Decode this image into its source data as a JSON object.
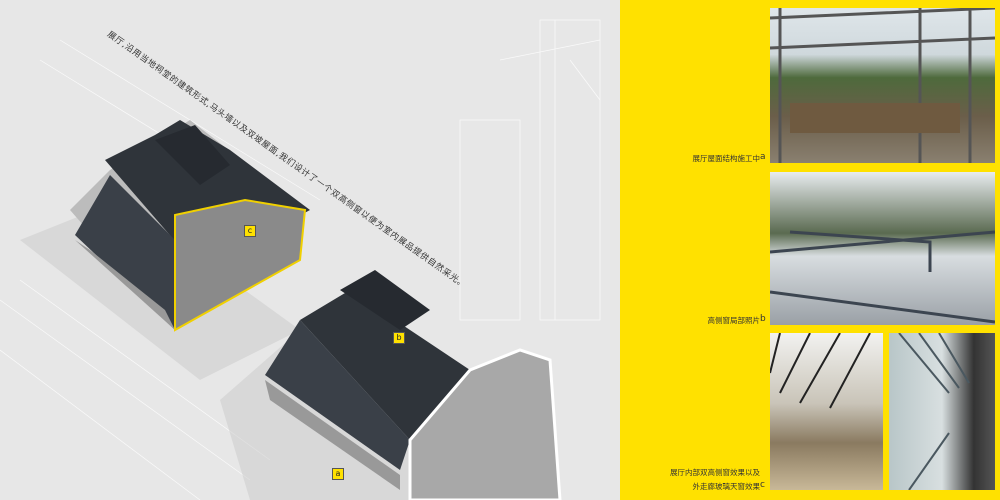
{
  "intro_text": "展厅,沿用当地祠堂的建筑形式,马头墙以及双坡屋面,我们设计了一个双高侧窗以便为室内展品提供自然采光。",
  "drawing_tags": {
    "a": "a",
    "b": "b",
    "c": "c"
  },
  "photos": [
    {
      "letter": "a",
      "caption": "展厅屋面结构施工中"
    },
    {
      "letter": "b",
      "caption": "高侧窗局部照片"
    },
    {
      "letter": "c",
      "caption_line1": "展厅内部双高侧窗效果以及",
      "caption_line2": "外走廊玻璃天窗效果"
    }
  ],
  "colors": {
    "accent": "#ffe100",
    "background": "#e7e7e7",
    "roof": "#2f343a"
  }
}
